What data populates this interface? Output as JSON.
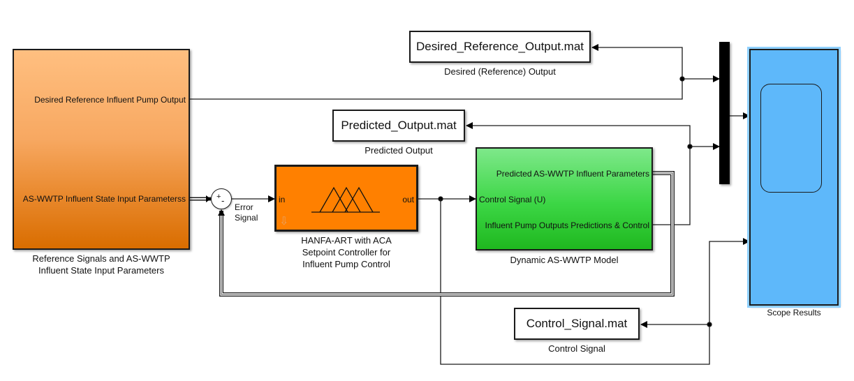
{
  "blocks": {
    "source": {
      "caption": [
        "Reference Signals and AS-WWTP",
        "Influent State Input Parameters"
      ],
      "outputs": [
        "Desired Reference Influent Pump Output",
        "AS-WWTP Influent State Input Parameterss"
      ]
    },
    "sum": {
      "signs": [
        "+",
        "-"
      ],
      "output_label": [
        "Error",
        "Signal"
      ]
    },
    "controller": {
      "caption": [
        "HANFA-ART with ACA",
        "Setpoint Controller for",
        "Influent Pump Control"
      ],
      "input": "in",
      "output": "out",
      "icon": "fuzzy-membership-icon"
    },
    "model": {
      "caption": "Dynamic AS-WWTP Model",
      "input": "Control Signal (U)",
      "outputs": [
        "Predicted AS-WWTP Influent Parameters",
        "Influent Pump Outputs Predictions & Control"
      ]
    },
    "desired_ref_file": {
      "file": "Desired_Reference_Output.mat",
      "caption": "Desired (Reference) Output"
    },
    "predicted_file": {
      "file": "Predicted_Output.mat",
      "caption": "Predicted Output"
    },
    "control_file": {
      "file": "Control_Signal.mat",
      "caption": "Control Signal"
    },
    "mux": {
      "caption": ""
    },
    "scope": {
      "caption": "Scope Results"
    }
  },
  "colors": {
    "controller": "#ff8000",
    "model": "#3cd645",
    "scope": "#5eb8fa",
    "source": "#f0a050"
  }
}
